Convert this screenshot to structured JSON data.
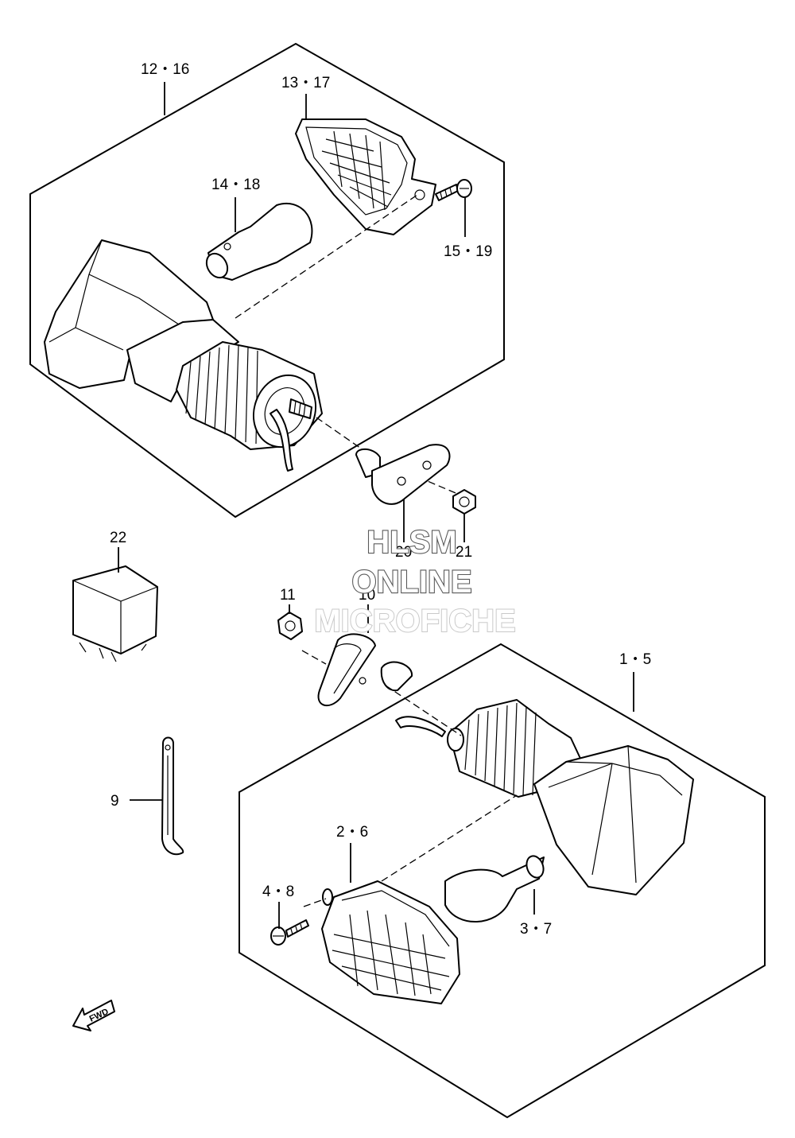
{
  "diagram": {
    "labels": {
      "p12_16": "12・16",
      "p13_17": "13・17",
      "p14_18": "14・18",
      "p15_19": "15・19",
      "p20": "20",
      "p21": "21",
      "p22": "22",
      "p11": "11",
      "p10": "10",
      "p1_5": "1・5",
      "p9": "9",
      "p2_6": "2・6",
      "p4_8": "4・8",
      "p3_7": "3・7"
    },
    "fwd_label": "FWD",
    "watermark": {
      "line1": "HLSM",
      "line2": "ONLINE",
      "line3": "MICROFICHE"
    }
  }
}
